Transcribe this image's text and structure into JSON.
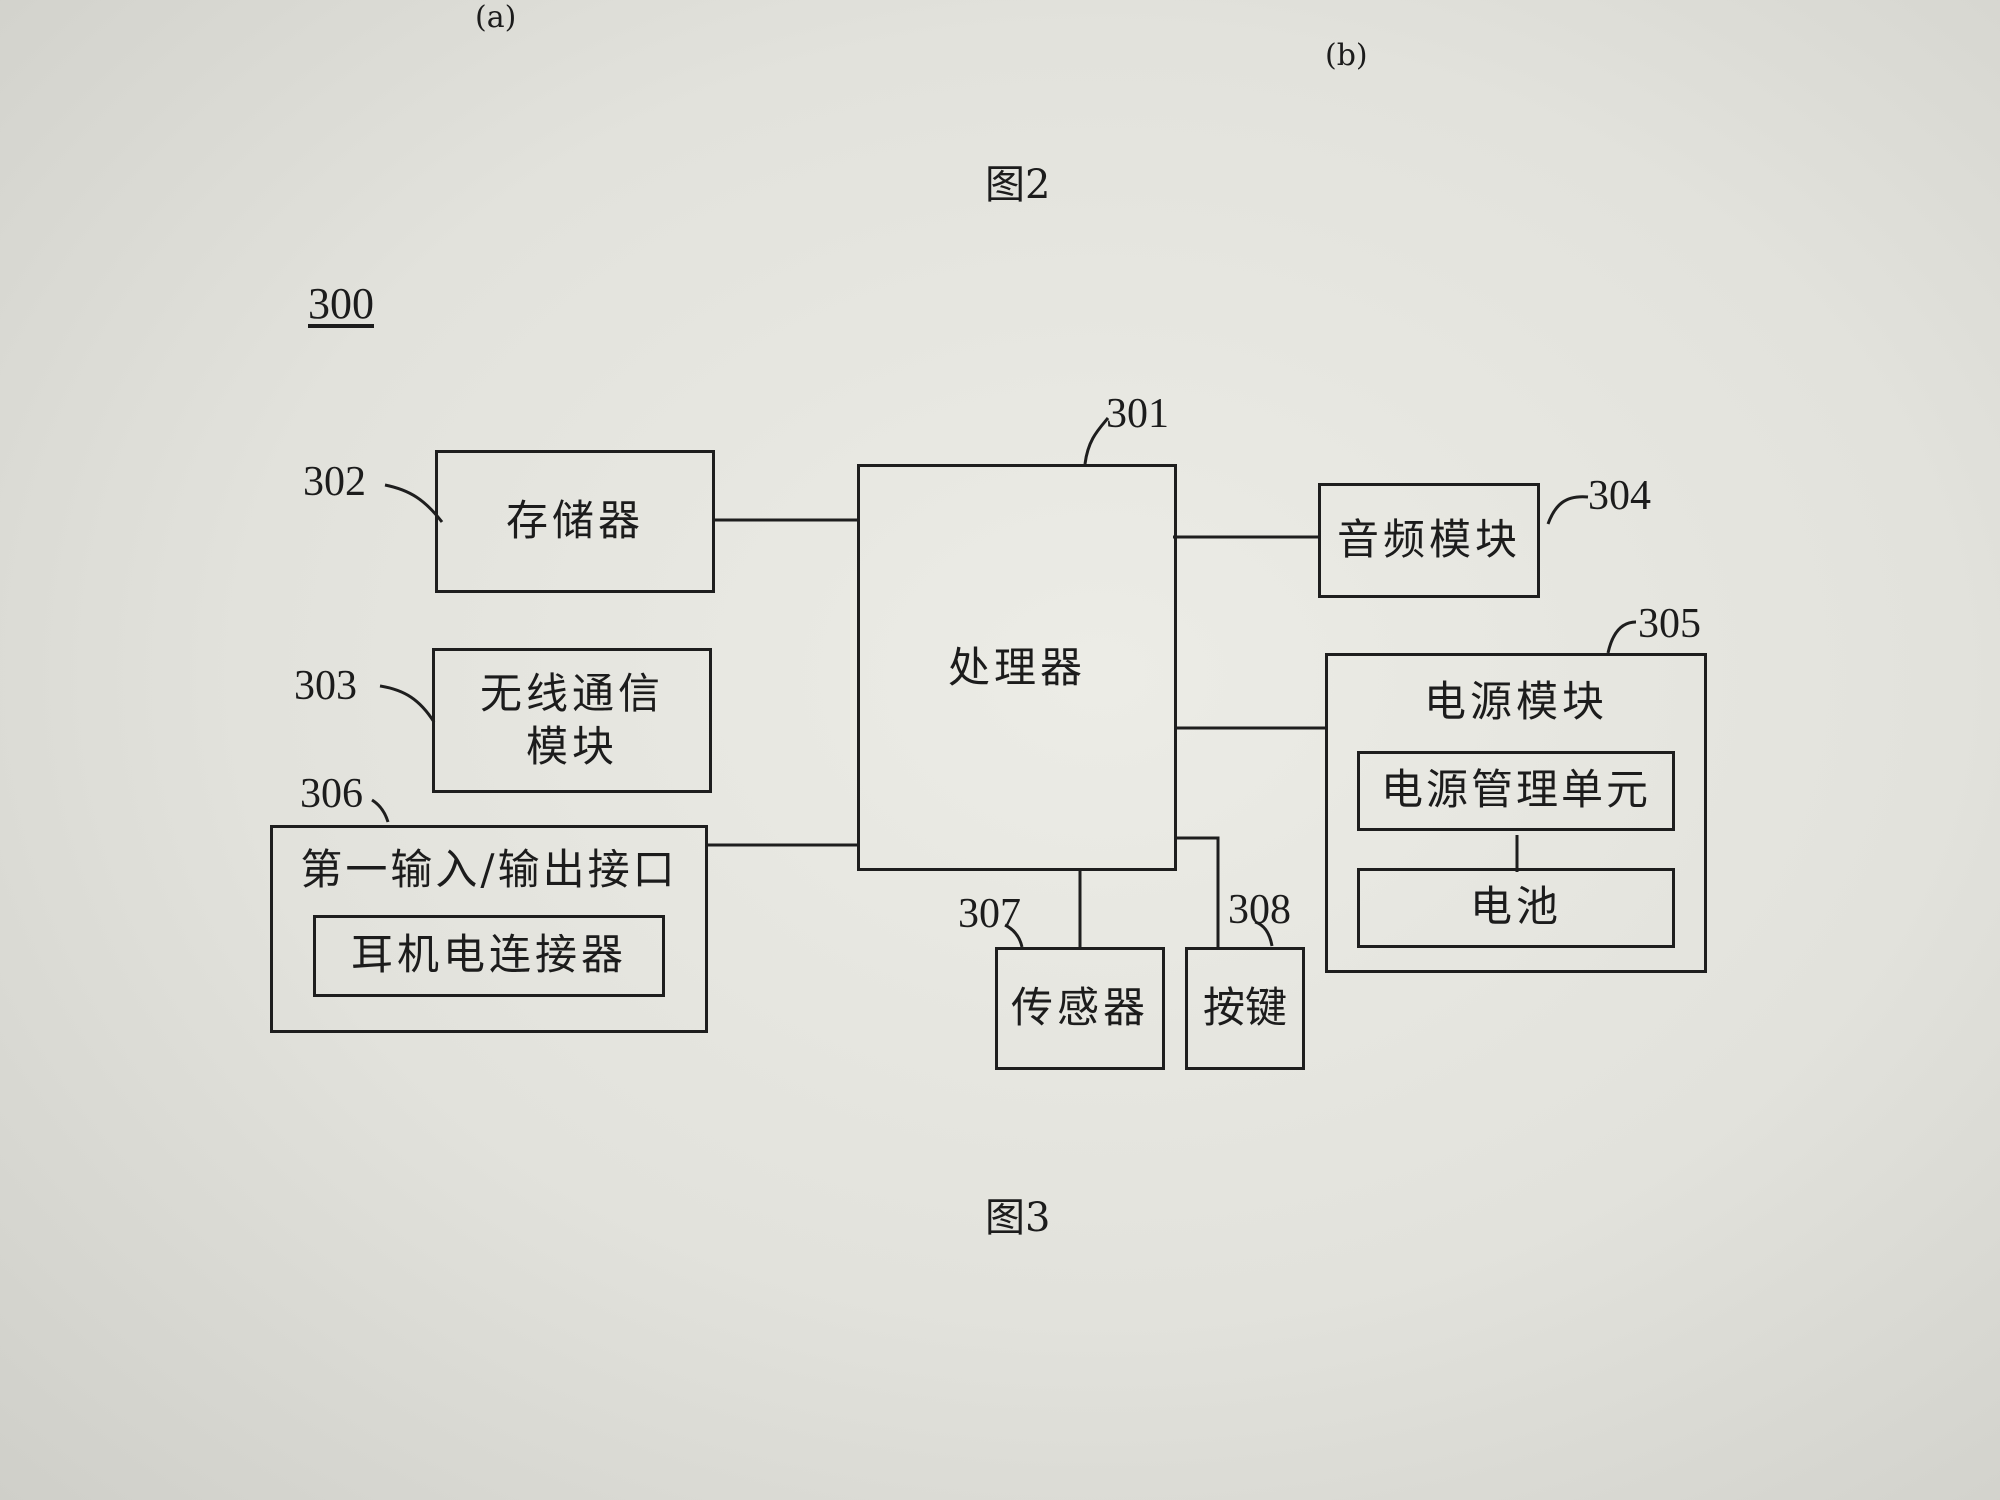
{
  "top_labels": {
    "left": "(a)",
    "right": "(b)"
  },
  "figure2_caption": "图2",
  "figure3_caption": "图3",
  "diagram_ref": "300",
  "blocks": {
    "processor": {
      "label": "处理器",
      "ref": "301"
    },
    "memory": {
      "label": "存储器",
      "ref": "302"
    },
    "wireless": {
      "label_line1": "无线通信",
      "label_line2": "模块",
      "ref": "303"
    },
    "audio": {
      "label": "音频模块",
      "ref": "304"
    },
    "power": {
      "label": "电源模块",
      "ref": "305",
      "pmu": "电源管理单元",
      "battery": "电池"
    },
    "io": {
      "label": "第一输入/输出接口",
      "ref": "306",
      "connector": "耳机电连接器"
    },
    "sensor": {
      "label": "传感器",
      "ref": "307"
    },
    "key": {
      "label": "按键",
      "ref": "308"
    }
  }
}
